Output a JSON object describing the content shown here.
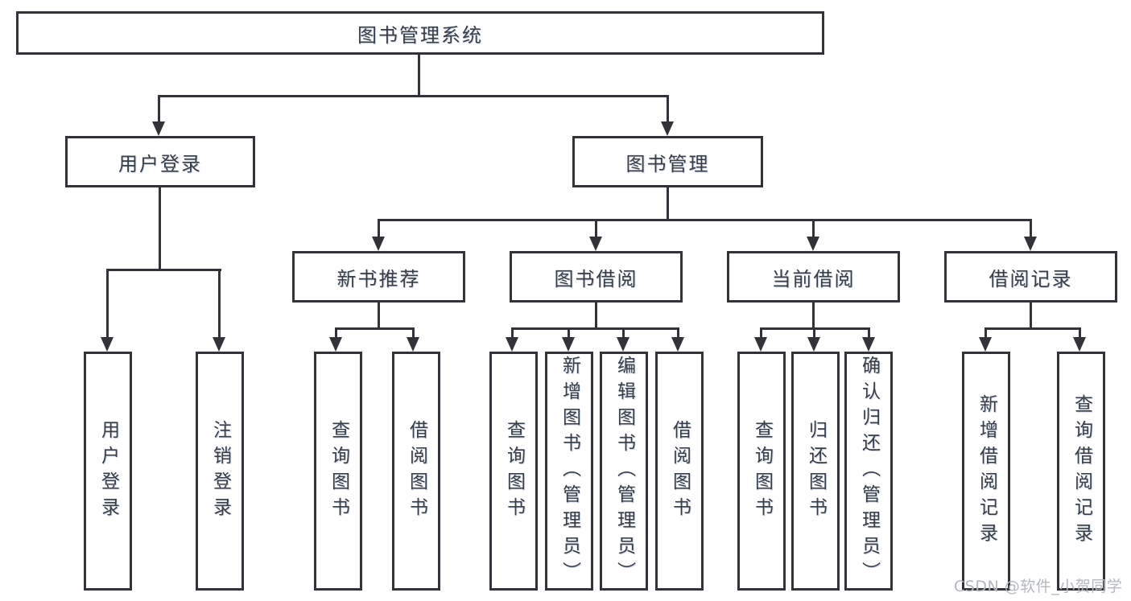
{
  "tree": {
    "root": {
      "label": "图书管理系统"
    },
    "branches": [
      {
        "label": "用户登录",
        "children": [
          {
            "label": "用户登录"
          },
          {
            "label": "注销登录"
          }
        ]
      },
      {
        "label": "图书管理",
        "children": [
          {
            "label": "新书推荐",
            "children": [
              {
                "label": "查询图书"
              },
              {
                "label": "借阅图书"
              }
            ]
          },
          {
            "label": "图书借阅",
            "children": [
              {
                "label": "查询图书"
              },
              {
                "label": "新增图书（管理员）"
              },
              {
                "label": "编辑图书（管理员）"
              },
              {
                "label": "借阅图书"
              }
            ]
          },
          {
            "label": "当前借阅",
            "children": [
              {
                "label": "查询图书"
              },
              {
                "label": "归还图书"
              },
              {
                "label": "确认归还（管理员）"
              }
            ]
          },
          {
            "label": "借阅记录",
            "children": [
              {
                "label": "新增借阅记录"
              },
              {
                "label": "查询借阅记录"
              }
            ]
          }
        ]
      }
    ]
  },
  "watermark": {
    "text": "CSDN @软件_小贺同学"
  },
  "colors": {
    "line": "#313338",
    "node_text": "#3a3d42",
    "watermark_text": "#b3b7be",
    "background": "#ffffff"
  }
}
